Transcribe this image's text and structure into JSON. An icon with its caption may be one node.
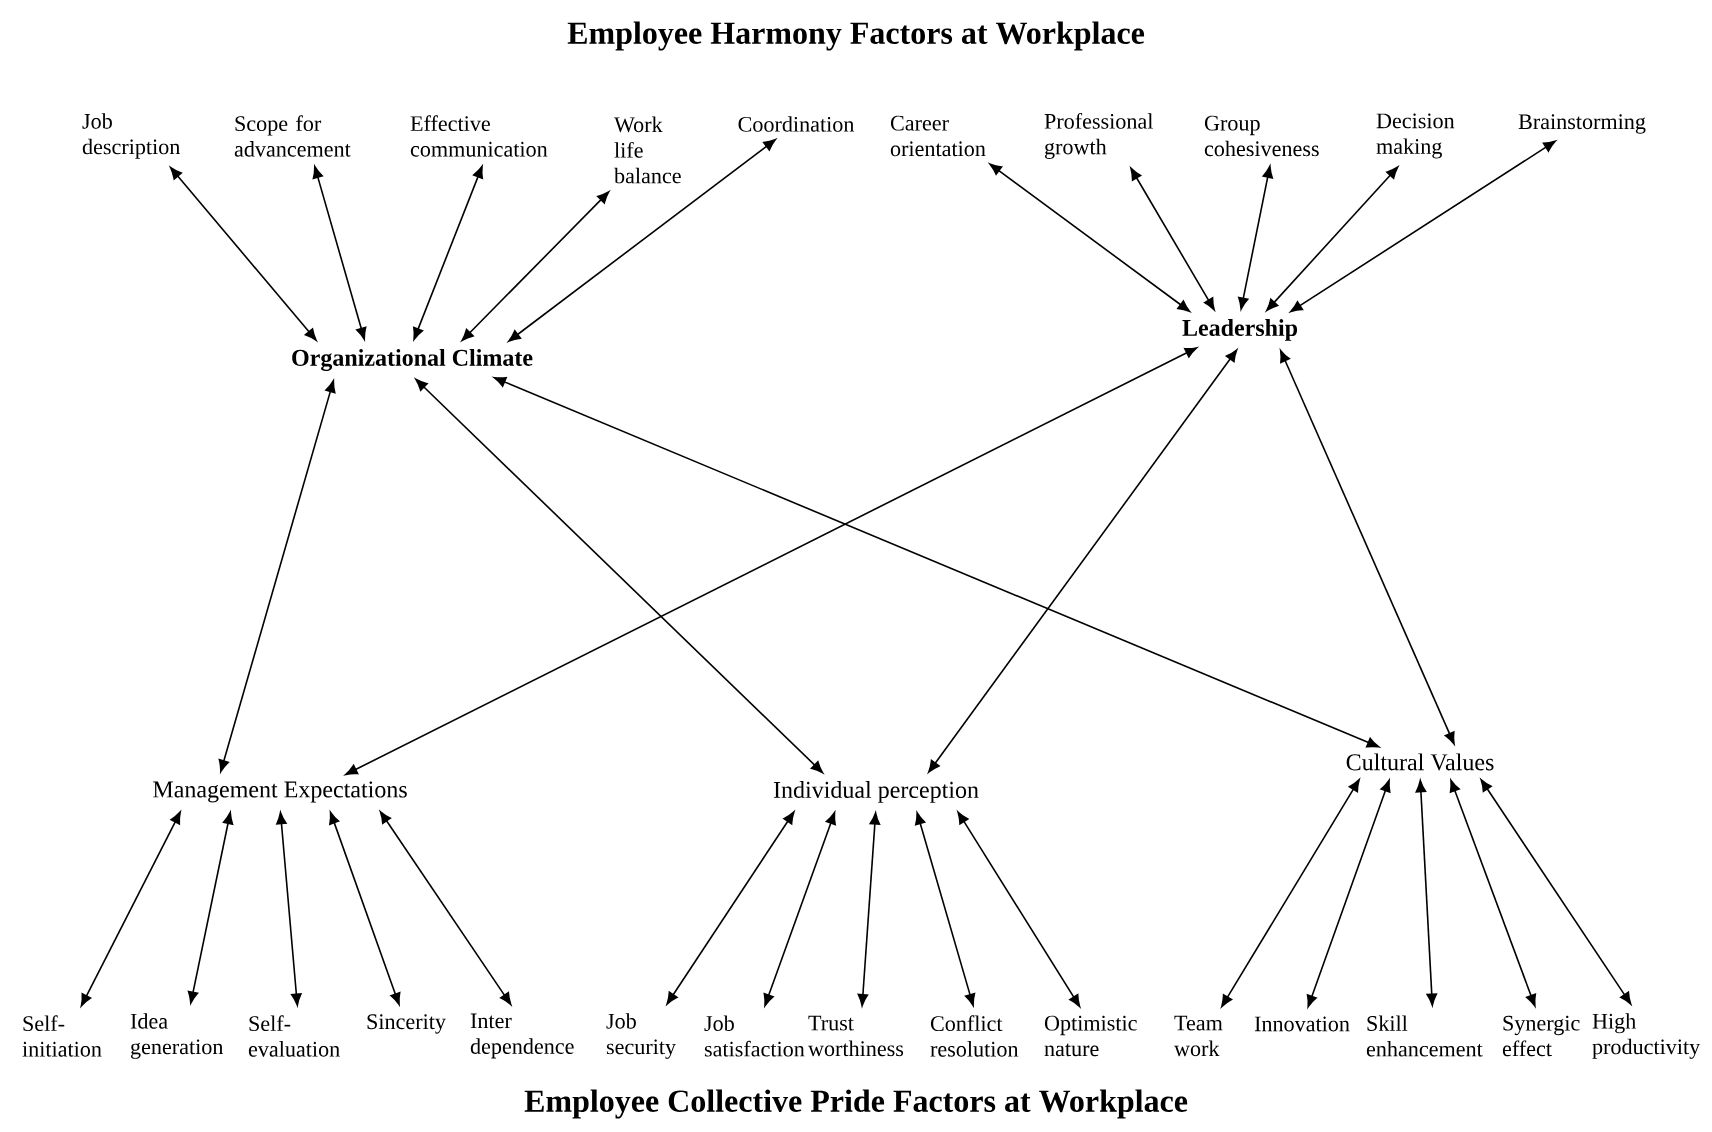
{
  "diagram": {
    "title": "Employee Harmony Factors at Workplace",
    "caption": "Employee Collective Pride Factors at Workplace",
    "nodes": [
      {
        "text": [
          "Organizational Climate"
        ]
      },
      {
        "text": [
          "Leadership"
        ]
      },
      {
        "text": [
          "Management Expectations"
        ]
      },
      {
        "text": [
          "Individual perception"
        ]
      },
      {
        "text": [
          "Cultural Values"
        ]
      },
      {
        "text": [
          "Job description"
        ]
      },
      {
        "text": [
          "Scope for advancement"
        ]
      },
      {
        "text": [
          "Effective communication"
        ]
      },
      {
        "text": [
          "Work life balance"
        ]
      },
      {
        "text": [
          "Coordination"
        ]
      },
      {
        "text": [
          "Career orientation"
        ]
      },
      {
        "text": [
          "Professional growth"
        ]
      },
      {
        "text": [
          "Group cohesiveness"
        ]
      },
      {
        "text": [
          "Decision making"
        ]
      },
      {
        "text": [
          "Brainstorming"
        ]
      },
      {
        "text": [
          "Self-initiation"
        ]
      },
      {
        "text": [
          "Idea generation"
        ]
      },
      {
        "text": [
          "Self-evaluation"
        ]
      },
      {
        "text": [
          "Sincerity"
        ]
      },
      {
        "text": [
          "Inter dependence"
        ]
      },
      {
        "text": [
          "Job security"
        ]
      },
      {
        "text": [
          "Job satisfaction"
        ]
      },
      {
        "text": [
          "Trust worthiness"
        ]
      },
      {
        "text": [
          "Conflict resolution"
        ]
      },
      {
        "text": [
          "Optimistic nature"
        ]
      },
      {
        "text": [
          "Team work"
        ]
      },
      {
        "text": [
          "Innovation"
        ]
      },
      {
        "text": [
          "Skill enhancement"
        ]
      },
      {
        "text": [
          "Synergic effect"
        ]
      },
      {
        "text": [
          "High productivity"
        ]
      }
    ],
    "edges": [
      {
        "from": 0,
        "to": 5,
        "arrow": "both"
      },
      {
        "from": 0,
        "to": 6,
        "arrow": "both"
      },
      {
        "from": 0,
        "to": 7,
        "arrow": "both"
      },
      {
        "from": 0,
        "to": 8,
        "arrow": "both"
      },
      {
        "from": 0,
        "to": 9,
        "arrow": "both"
      },
      {
        "from": 1,
        "to": 10,
        "arrow": "both"
      },
      {
        "from": 1,
        "to": 11,
        "arrow": "both"
      },
      {
        "from": 1,
        "to": 12,
        "arrow": "both"
      },
      {
        "from": 1,
        "to": 13,
        "arrow": "both"
      },
      {
        "from": 1,
        "to": 14,
        "arrow": "both"
      },
      {
        "from": 0,
        "to": 2,
        "arrow": "both"
      },
      {
        "from": 0,
        "to": 3,
        "arrow": "both"
      },
      {
        "from": 0,
        "to": 4,
        "arrow": "both"
      },
      {
        "from": 1,
        "to": 2,
        "arrow": "both"
      },
      {
        "from": 1,
        "to": 3,
        "arrow": "both"
      },
      {
        "from": 1,
        "to": 4,
        "arrow": "both"
      },
      {
        "from": 2,
        "to": 15,
        "arrow": "both"
      },
      {
        "from": 2,
        "to": 16,
        "arrow": "both"
      },
      {
        "from": 2,
        "to": 17,
        "arrow": "both"
      },
      {
        "from": 2,
        "to": 18,
        "arrow": "both"
      },
      {
        "from": 2,
        "to": 19,
        "arrow": "both"
      },
      {
        "from": 3,
        "to": 20,
        "arrow": "both"
      },
      {
        "from": 3,
        "to": 21,
        "arrow": "both"
      },
      {
        "from": 3,
        "to": 22,
        "arrow": "both"
      },
      {
        "from": 3,
        "to": 23,
        "arrow": "both"
      },
      {
        "from": 3,
        "to": 24,
        "arrow": "both"
      },
      {
        "from": 4,
        "to": 25,
        "arrow": "both"
      },
      {
        "from": 4,
        "to": 26,
        "arrow": "both"
      },
      {
        "from": 4,
        "to": 27,
        "arrow": "both"
      },
      {
        "from": 4,
        "to": 28,
        "arrow": "both"
      },
      {
        "from": 4,
        "to": 29,
        "arrow": "both"
      }
    ]
  }
}
